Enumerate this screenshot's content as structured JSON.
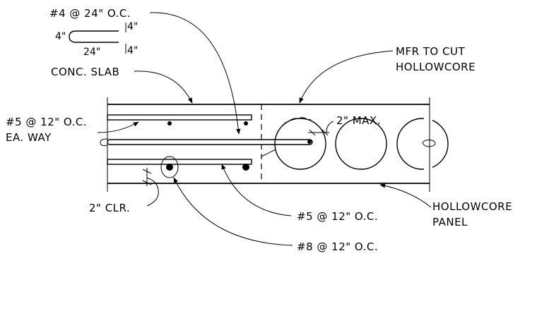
{
  "labels": {
    "hook_bar": "#4 @ 24\" O.C.",
    "hook_dim_top": "4\"",
    "hook_dim_left": "4\"",
    "hook_dim_length": "24\"",
    "hook_dim_bottom": "4\"",
    "conc_slab": "CONC. SLAB",
    "top_bars_line1": "#5 @ 12\" O.C.",
    "top_bars_line2": "EA. WAY",
    "mfr_line1": "MFR TO CUT",
    "mfr_line2": "HOLLOWCORE",
    "max_dim": "2\" MAX.",
    "clr_dim": "2\" CLR.",
    "bottom_bar": "#5 @ 12\" O.C.",
    "large_bar": "#8 @ 12\" O.C.",
    "hollowcore_line1": "HOLLOWCORE",
    "hollowcore_line2": "PANEL"
  }
}
